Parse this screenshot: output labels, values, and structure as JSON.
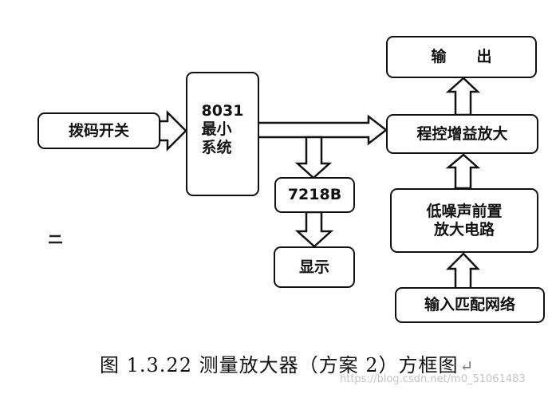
{
  "blocks": {
    "dip_switch": "拨码开关",
    "mcu": [
      "8031",
      "最小",
      "系统"
    ],
    "chip_7218b": "7218B",
    "display": "显示",
    "output": "输　　出",
    "pga": "程控增益放大",
    "preamp": [
      "低噪声前置",
      "放大电路"
    ],
    "input_net": "输入匹配网络"
  },
  "caption": "图 1.3.22 测量放大器（方案 2）方框图",
  "caption_return_mark": "↵",
  "watermark": "https://blog.csdn.net/m0_51061483"
}
